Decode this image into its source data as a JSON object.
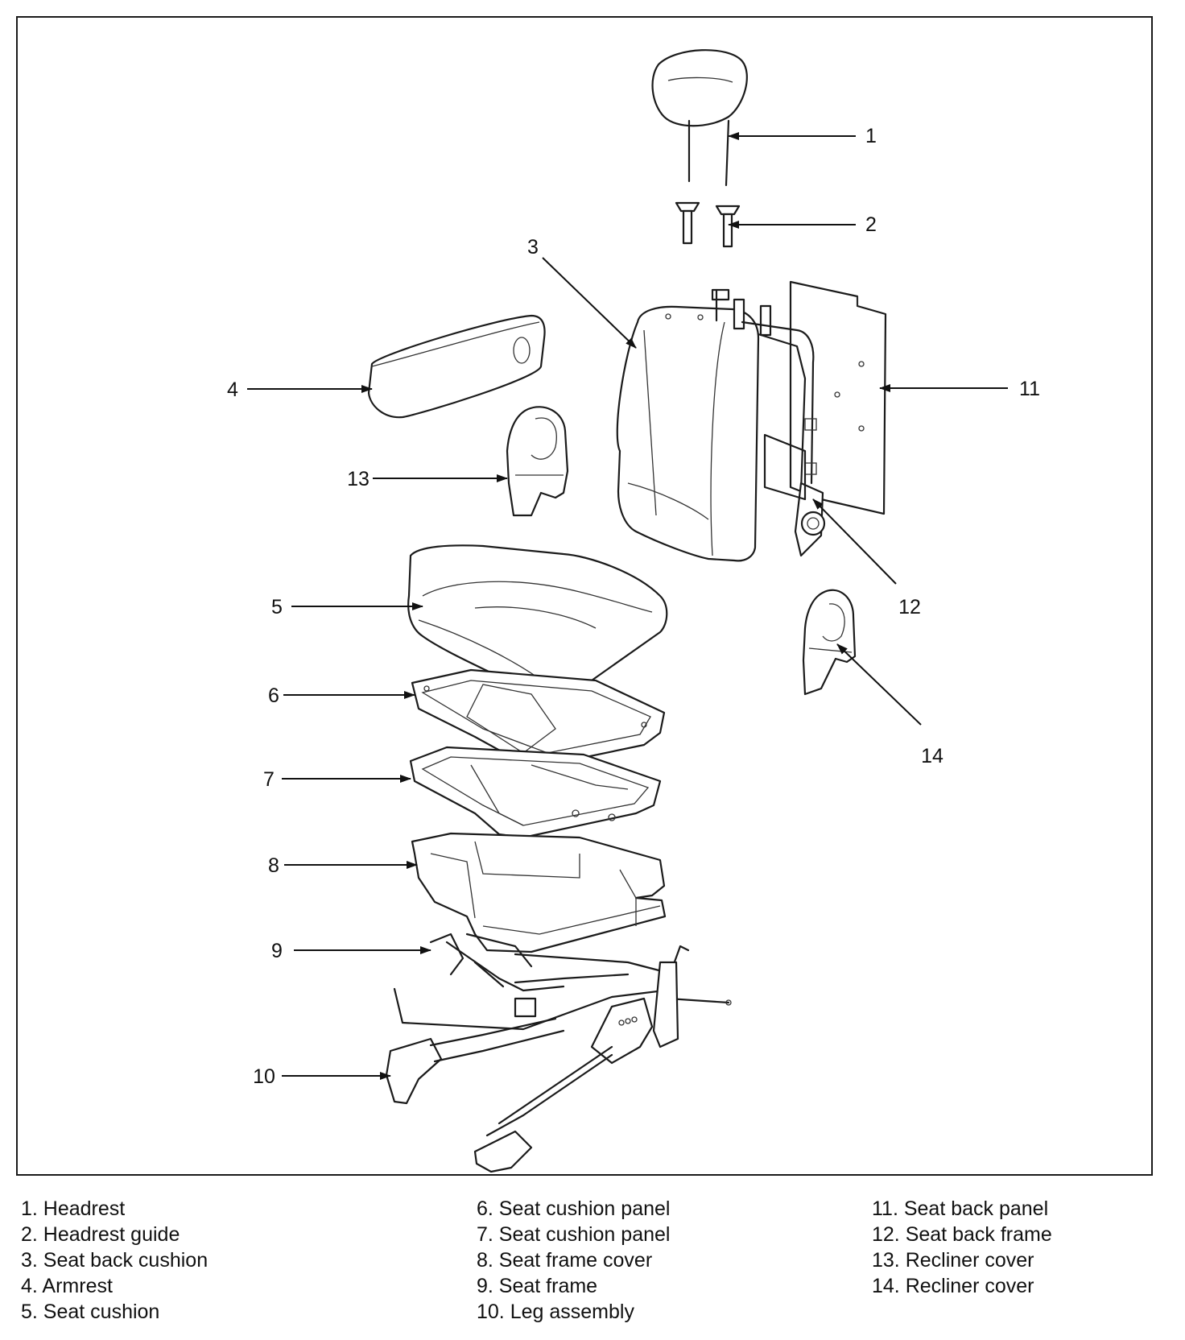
{
  "callouts": {
    "c1": "1",
    "c2": "2",
    "c3": "3",
    "c4": "4",
    "c5": "5",
    "c6": "6",
    "c7": "7",
    "c8": "8",
    "c9": "9",
    "c10": "10",
    "c11": "11",
    "c12": "12",
    "c13": "13",
    "c14": "14"
  },
  "legend": {
    "col1": [
      "1. Headrest",
      "2. Headrest guide",
      "3. Seat back cushion",
      "4. Armrest",
      "5. Seat cushion"
    ],
    "col2": [
      "6. Seat cushion panel",
      "7. Seat cushion panel",
      "8. Seat frame cover",
      "9. Seat frame",
      "10. Leg assembly"
    ],
    "col3": [
      "11. Seat back panel",
      "12. Seat back frame",
      "13. Recliner cover",
      "14. Recliner cover"
    ]
  }
}
